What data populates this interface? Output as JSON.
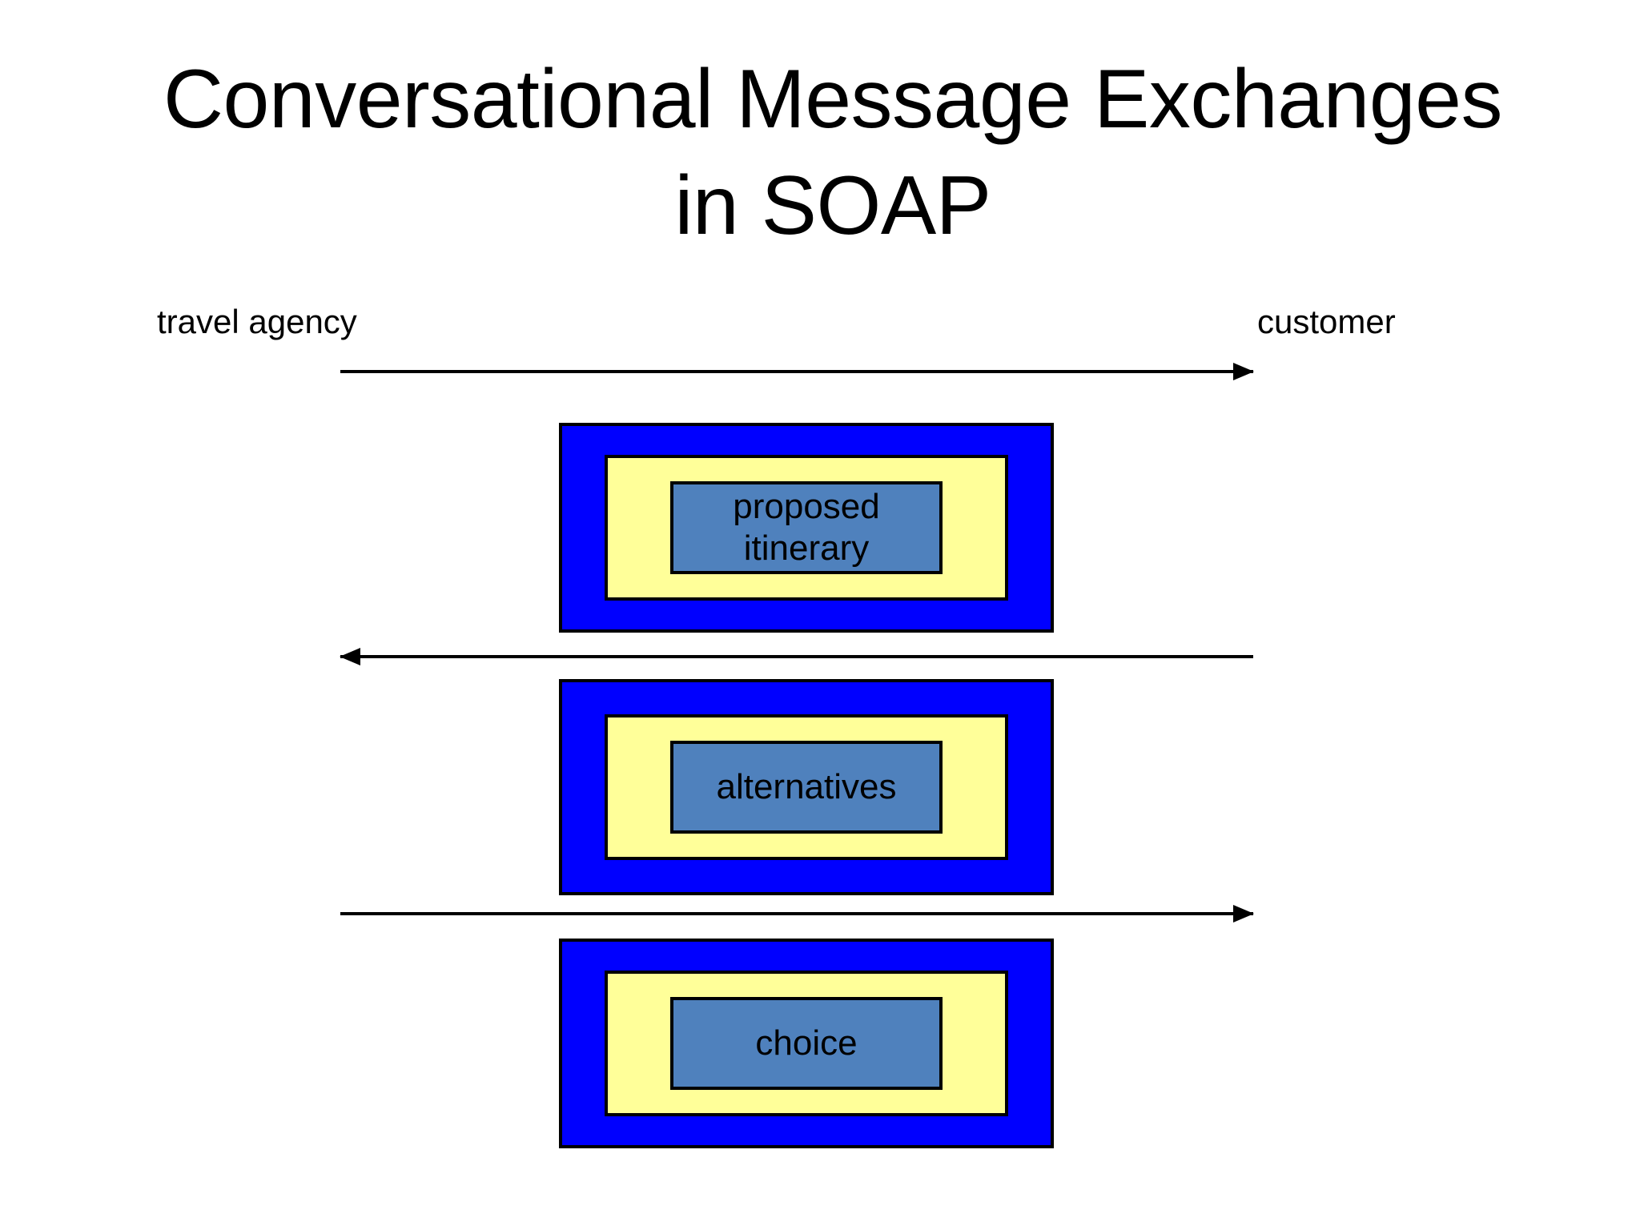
{
  "slide": {
    "title": "Conversational Message Exchanges\nin SOAP",
    "background_color": "#FFFFFF"
  },
  "actors": {
    "left": "travel agency",
    "right": "customer"
  },
  "colors": {
    "envelope": "#0000FF",
    "body": "#FFFF99",
    "payload": "#4F81BD",
    "outline": "#000000",
    "text": "#000000"
  },
  "arrows": [
    {
      "name": "arrow-1",
      "direction": "right",
      "from": "travel agency",
      "to": "customer"
    },
    {
      "name": "arrow-2",
      "direction": "left",
      "from": "customer",
      "to": "travel agency"
    },
    {
      "name": "arrow-3",
      "direction": "right",
      "from": "travel agency",
      "to": "customer"
    }
  ],
  "messages": [
    {
      "payload": "proposed\nitinerary"
    },
    {
      "payload": "alternatives"
    },
    {
      "payload": "choice"
    }
  ]
}
